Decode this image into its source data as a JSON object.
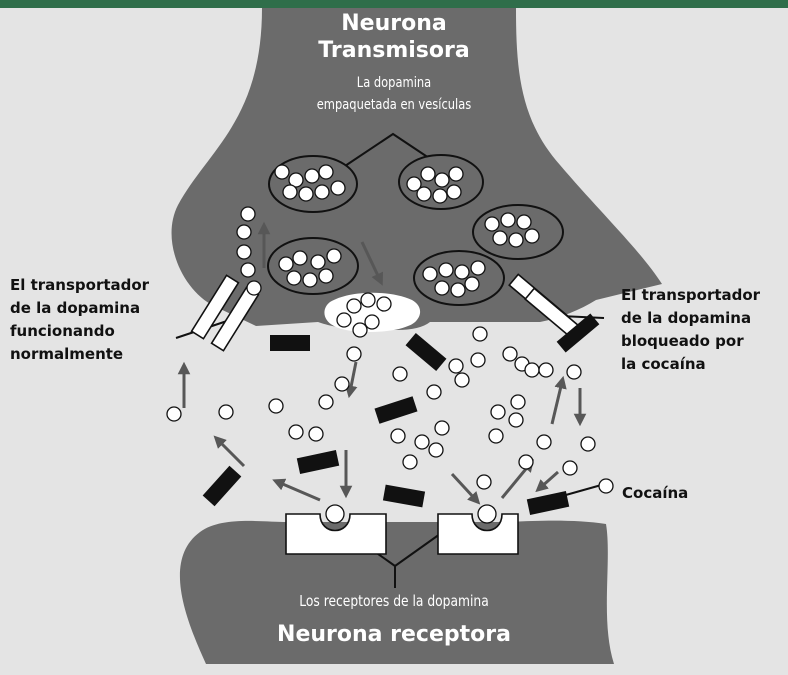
{
  "colors": {
    "top_bar": "#2f6e4a",
    "background": "#e4e4e4",
    "neuron": "#6b6b6b",
    "vesicle_fill": "#6b6b6b",
    "dopamine": "#ffffff",
    "cocaine": "#111111",
    "transporter": "#ffffff",
    "arrow": "#575757"
  },
  "labels": {
    "transmitter_title_line1": "Neurona",
    "transmitter_title_line2": "Transmisora",
    "vesicles_caption_line1": "La dopamina",
    "vesicles_caption_line2": "empaquetada en vesículas",
    "transporter_normal": [
      "El transportador",
      "de la dopamina",
      "funcionando",
      "normalmente"
    ],
    "transporter_blocked": [
      "El transportador",
      "de la dopamina",
      "bloqueado por",
      "la cocaína"
    ],
    "cocaine": "Cocaína",
    "receptors_caption": "Los receptores de la dopamina",
    "receiver_title": "Neurona receptora"
  },
  "icons": {
    "dopamine": "white-circle",
    "cocaine": "black-rectangle",
    "flow": "gray-arrow"
  }
}
